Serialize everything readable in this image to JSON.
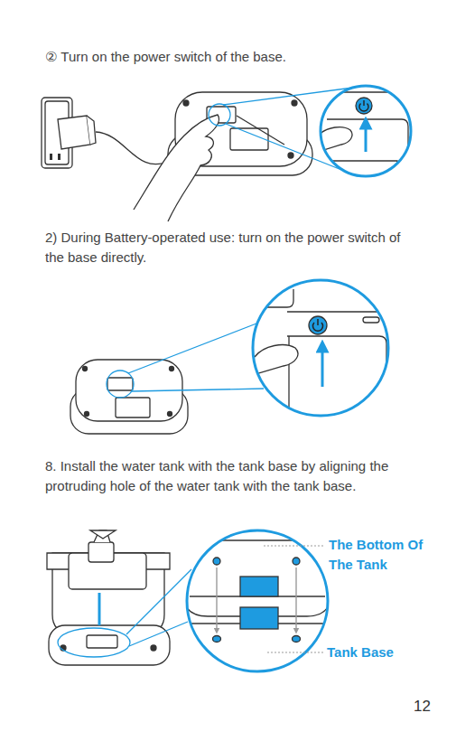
{
  "diagram": {
    "labels": [
      "② Turn on the power switch of the base.",
      "2) During Battery-operated use: turn on the power switch of the base directly.",
      "8. Install the water tank with the tank base by aligning the protruding hole of the water tank with the tank base.",
      "The Bottom Of The Tank",
      "Tank Base",
      "12"
    ]
  }
}
